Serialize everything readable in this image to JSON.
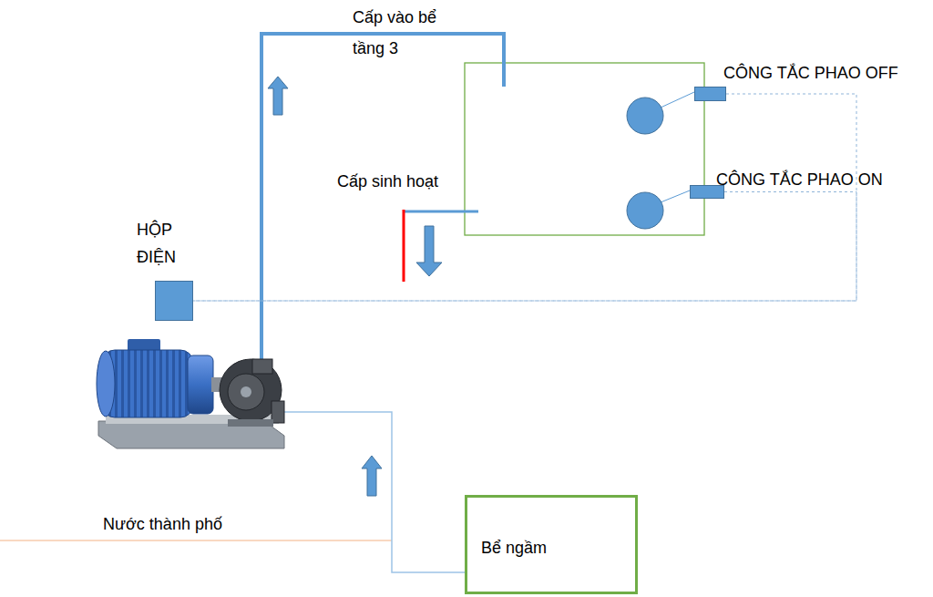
{
  "diagram": {
    "nodes": [
      {
        "text": [
          "HỘP ĐIỆN"
        ]
      },
      {
        "text": [
          "CÔNG TẮC PHAO OFF"
        ]
      },
      {
        "text": [
          "CÔNG TẮC PHAO ON"
        ]
      },
      {
        "text": [
          "Bể ngầm"
        ]
      }
    ],
    "edges": [
      {
        "from": 1,
        "to": 0,
        "arrow": "none"
      },
      {
        "from": 2,
        "to": 0,
        "arrow": "none"
      }
    ],
    "labels": [
      "Cấp vào bể tầng 3",
      "Cấp sinh hoạt",
      "Nước thành phố"
    ]
  }
}
